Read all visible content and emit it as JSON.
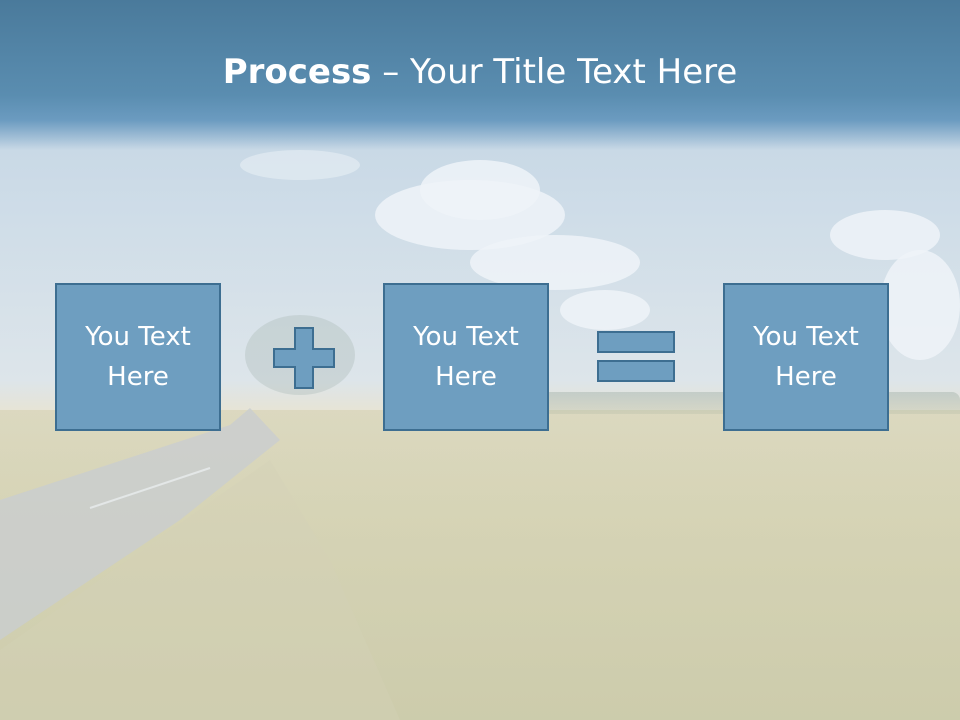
{
  "title": {
    "bold": "Process",
    "rest": " – Your Title Text Here"
  },
  "boxes": [
    {
      "line1": "You Text",
      "line2": "Here"
    },
    {
      "line1": "You Text",
      "line2": "Here"
    },
    {
      "line1": "You Text",
      "line2": "Here"
    }
  ],
  "operators": [
    "plus-icon",
    "equals-icon"
  ],
  "colors": {
    "title_band": "#4f84a8",
    "box_fill": "#6e9ec0",
    "box_border": "#3d6e91",
    "text": "#ffffff"
  }
}
